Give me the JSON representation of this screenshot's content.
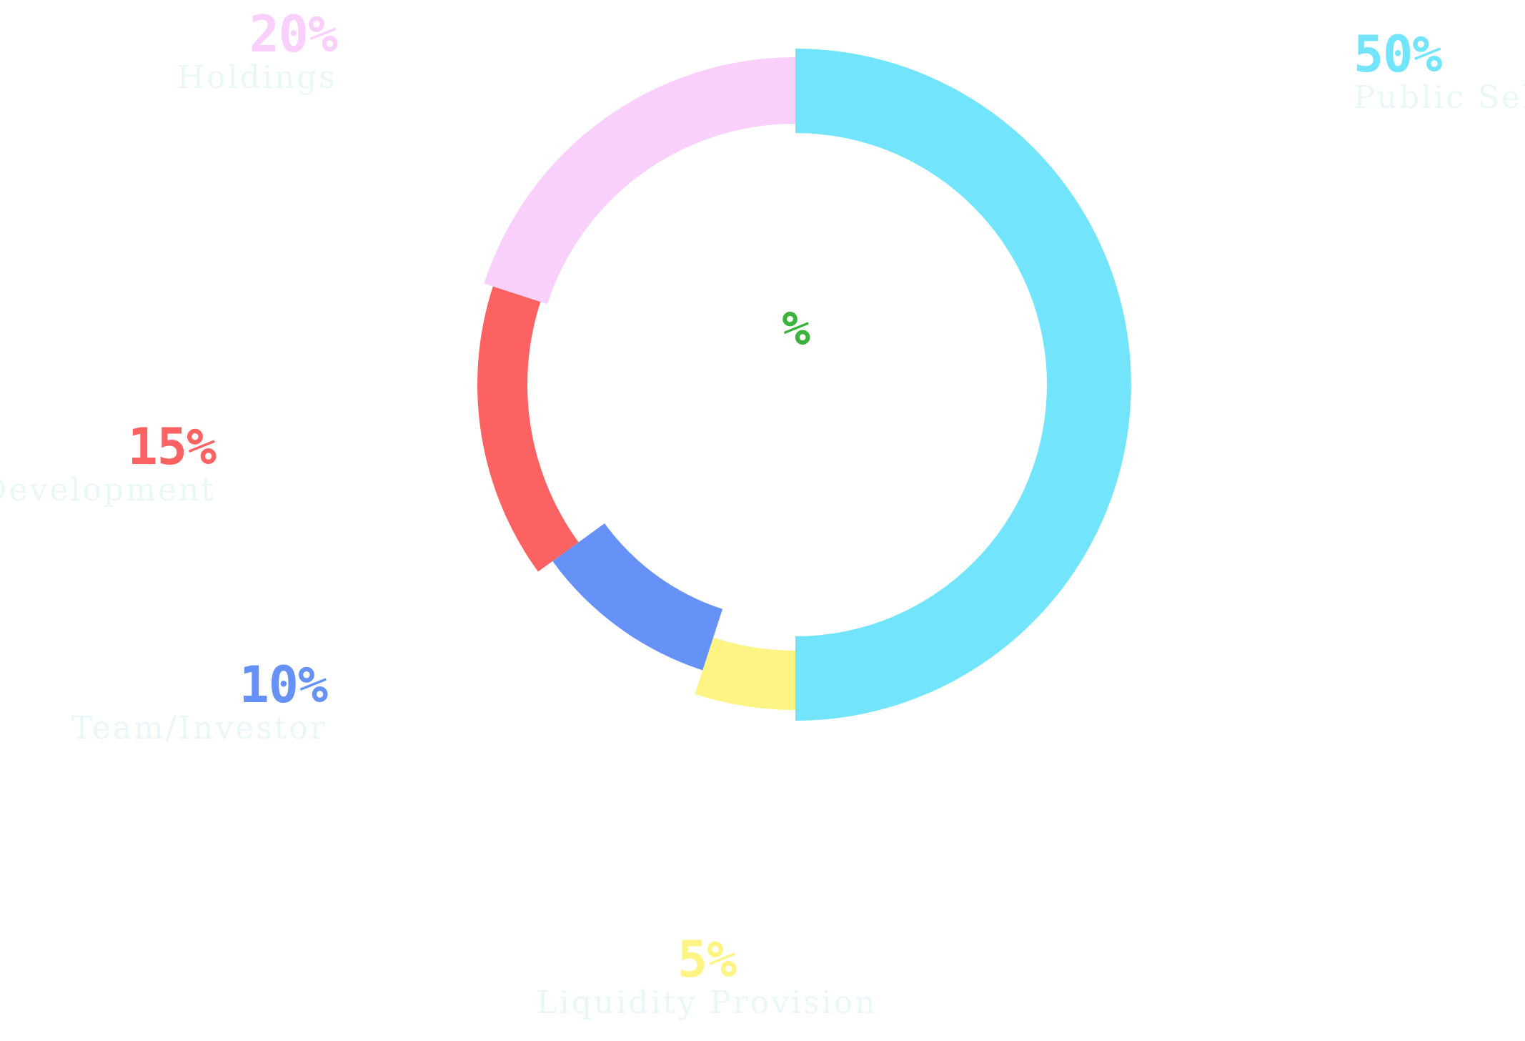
{
  "chart_data": {
    "type": "pie",
    "variant": "donut",
    "center_text": "%",
    "center_color": "#3bb33a",
    "slices": [
      {
        "label": "Public Sell",
        "value": 50,
        "value_label": "50%",
        "color": "#72e5fd"
      },
      {
        "label": "Liquidity Provision",
        "value": 5,
        "value_label": "5%",
        "color": "#fdf484"
      },
      {
        "label": "Team/Investor",
        "value": 10,
        "value_label": "10%",
        "color": "#6692f8"
      },
      {
        "label": "Development",
        "value": 15,
        "value_label": "15%",
        "color": "#fd6262"
      },
      {
        "label": "Holdings",
        "value": 20,
        "value_label": "20%",
        "color": "#f9d0fc"
      }
    ],
    "label_text_color": "#eaf7f9",
    "legend": "none",
    "grid": false
  }
}
